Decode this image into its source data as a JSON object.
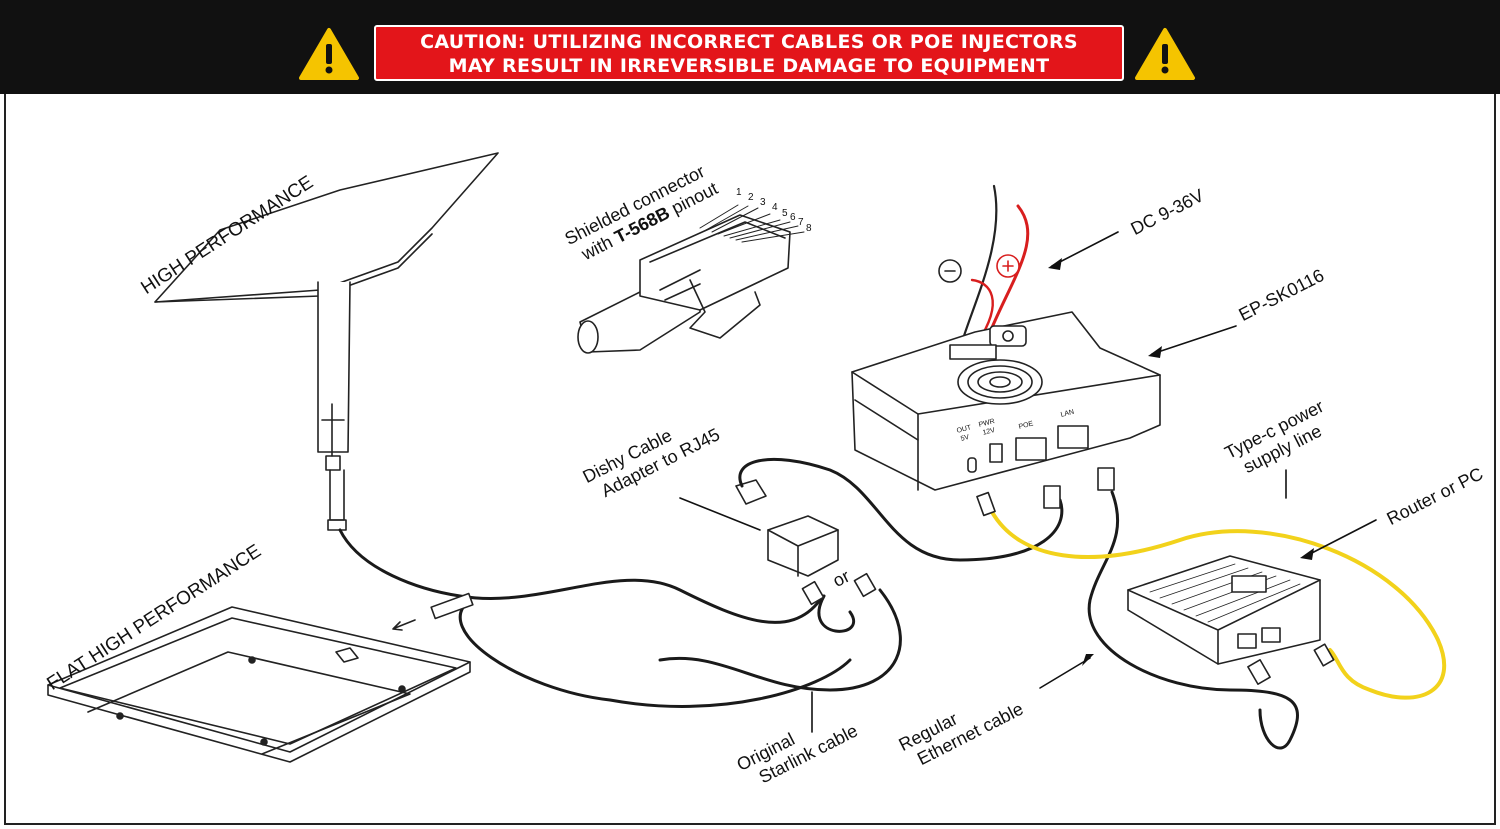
{
  "banner": {
    "line1": "CAUTION: UTILIZING INCORRECT CABLES OR POE INJECTORS",
    "line2": "MAY RESULT IN IRREVERSIBLE DAMAGE TO EQUIPMENT",
    "colors": {
      "background": "#111111",
      "caution_fill": "#e3151a",
      "warning_yellow": "#f5c400"
    }
  },
  "labels": {
    "high_performance": "HIGH PERFORMANCE",
    "flat_high_performance": "FLAT HIGH PERFORMANCE",
    "shielded_line1": "Shielded connector",
    "shielded_line2_pre": "with ",
    "shielded_line2_bold": "T-568B",
    "shielded_line2_post": " pinout",
    "dishy_line1": "Dishy Cable",
    "dishy_line2": "Adapter to RJ45",
    "or": "or",
    "original_line1": "Original",
    "original_line2": "Starlink cable",
    "dc": "DC 9-36V",
    "model": "EP-SK0116",
    "typec_line1": "Type-c power",
    "typec_line2": "supply line",
    "router": "Router or PC",
    "regular_line1": "Regular",
    "regular_line2": "Ethernet cable"
  },
  "pins": [
    "1",
    "2",
    "3",
    "4",
    "5",
    "6",
    "7",
    "8"
  ],
  "ports": {
    "out_5v": "OUT",
    "out_5v_sub": "5V",
    "pwr_12v": "PWR",
    "pwr_12v_sub": "12V",
    "poe": "POE",
    "lan": "LAN"
  },
  "cable_colors": {
    "yellow": "#f2d21b",
    "black": "#1a1a1a",
    "red_wire": "#d81e1e"
  }
}
